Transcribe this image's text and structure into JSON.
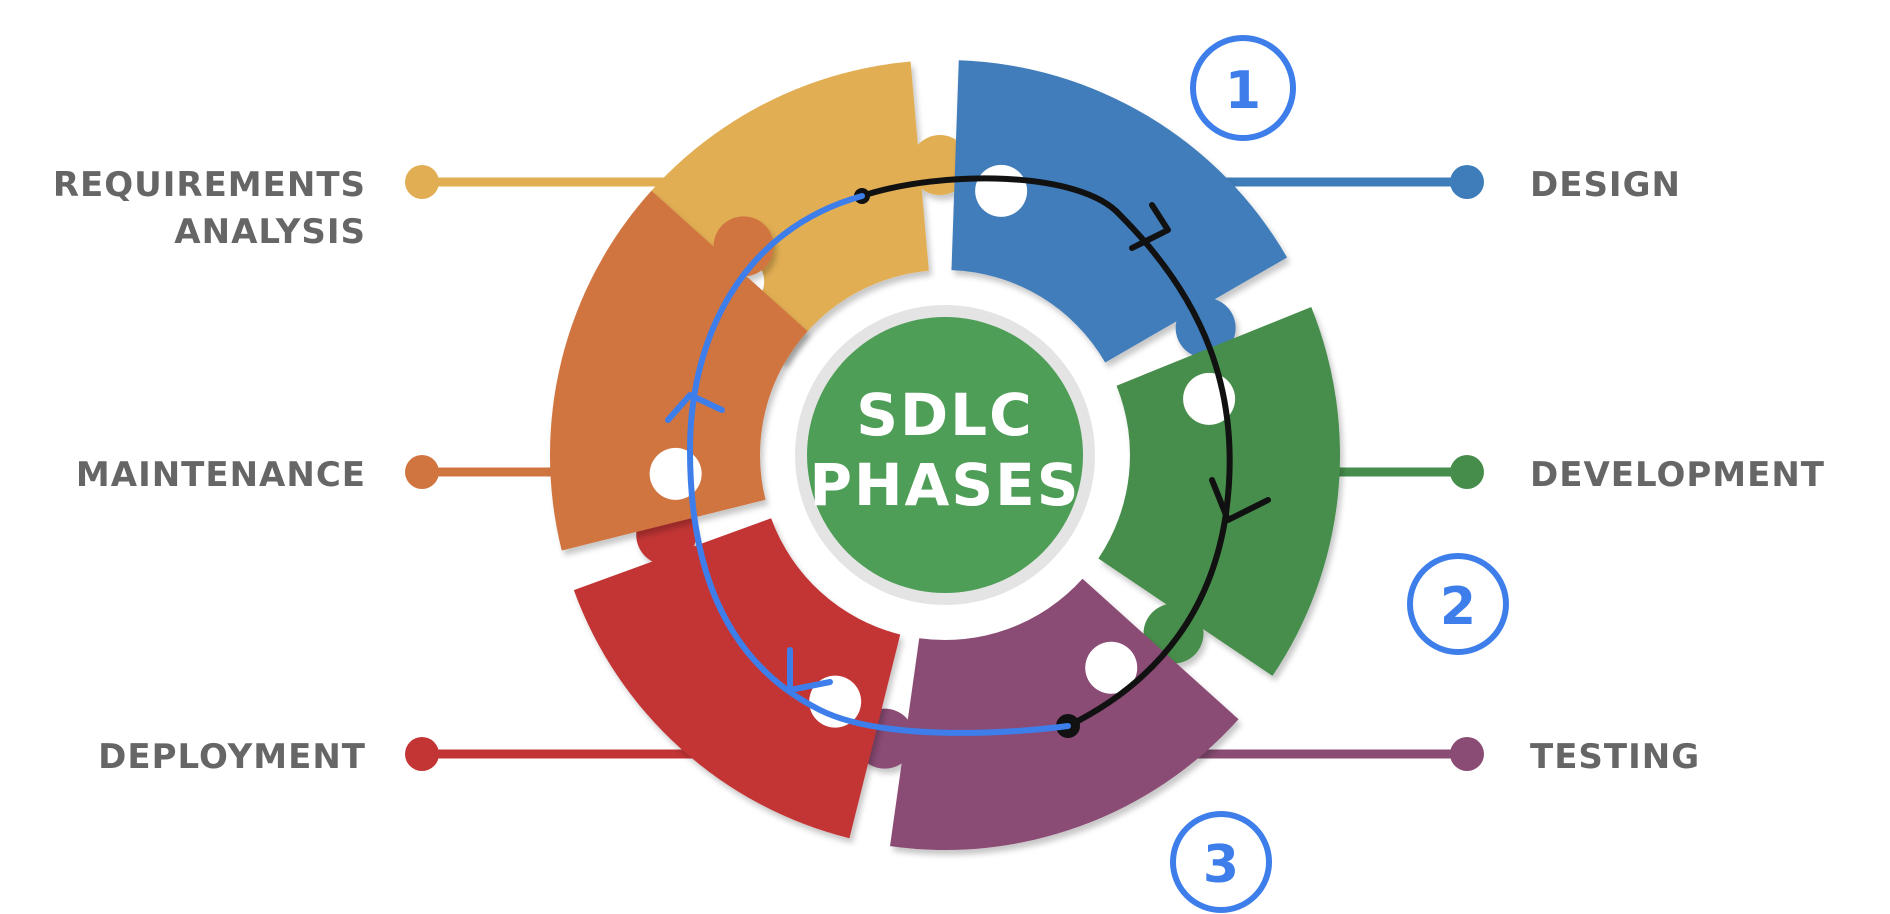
{
  "center": {
    "line1": "SDLC",
    "line2": "PHASES"
  },
  "phases": [
    {
      "id": "requirements",
      "line1": "REQUIREMENTS",
      "line2": "ANALYSIS",
      "color": "#E2AE53"
    },
    {
      "id": "design",
      "line1": "DESIGN",
      "color": "#3F7DBA"
    },
    {
      "id": "development",
      "line1": "DEVELOPMENT",
      "color": "#468D4C"
    },
    {
      "id": "testing",
      "line1": "TESTING",
      "color": "#8A4C74"
    },
    {
      "id": "deployment",
      "line1": "DEPLOYMENT",
      "color": "#C33535"
    },
    {
      "id": "maintenance",
      "line1": "MAINTENANCE",
      "color": "#D07440"
    }
  ],
  "annotations": {
    "step1": "1",
    "step2": "2",
    "step3": "3",
    "annotation_blue": "#3D7EEB",
    "annotation_black": "#111111"
  },
  "colors": {
    "center_fill": "#4E9E57",
    "center_ring": "#E4E4E4",
    "label_text": "#666666"
  }
}
